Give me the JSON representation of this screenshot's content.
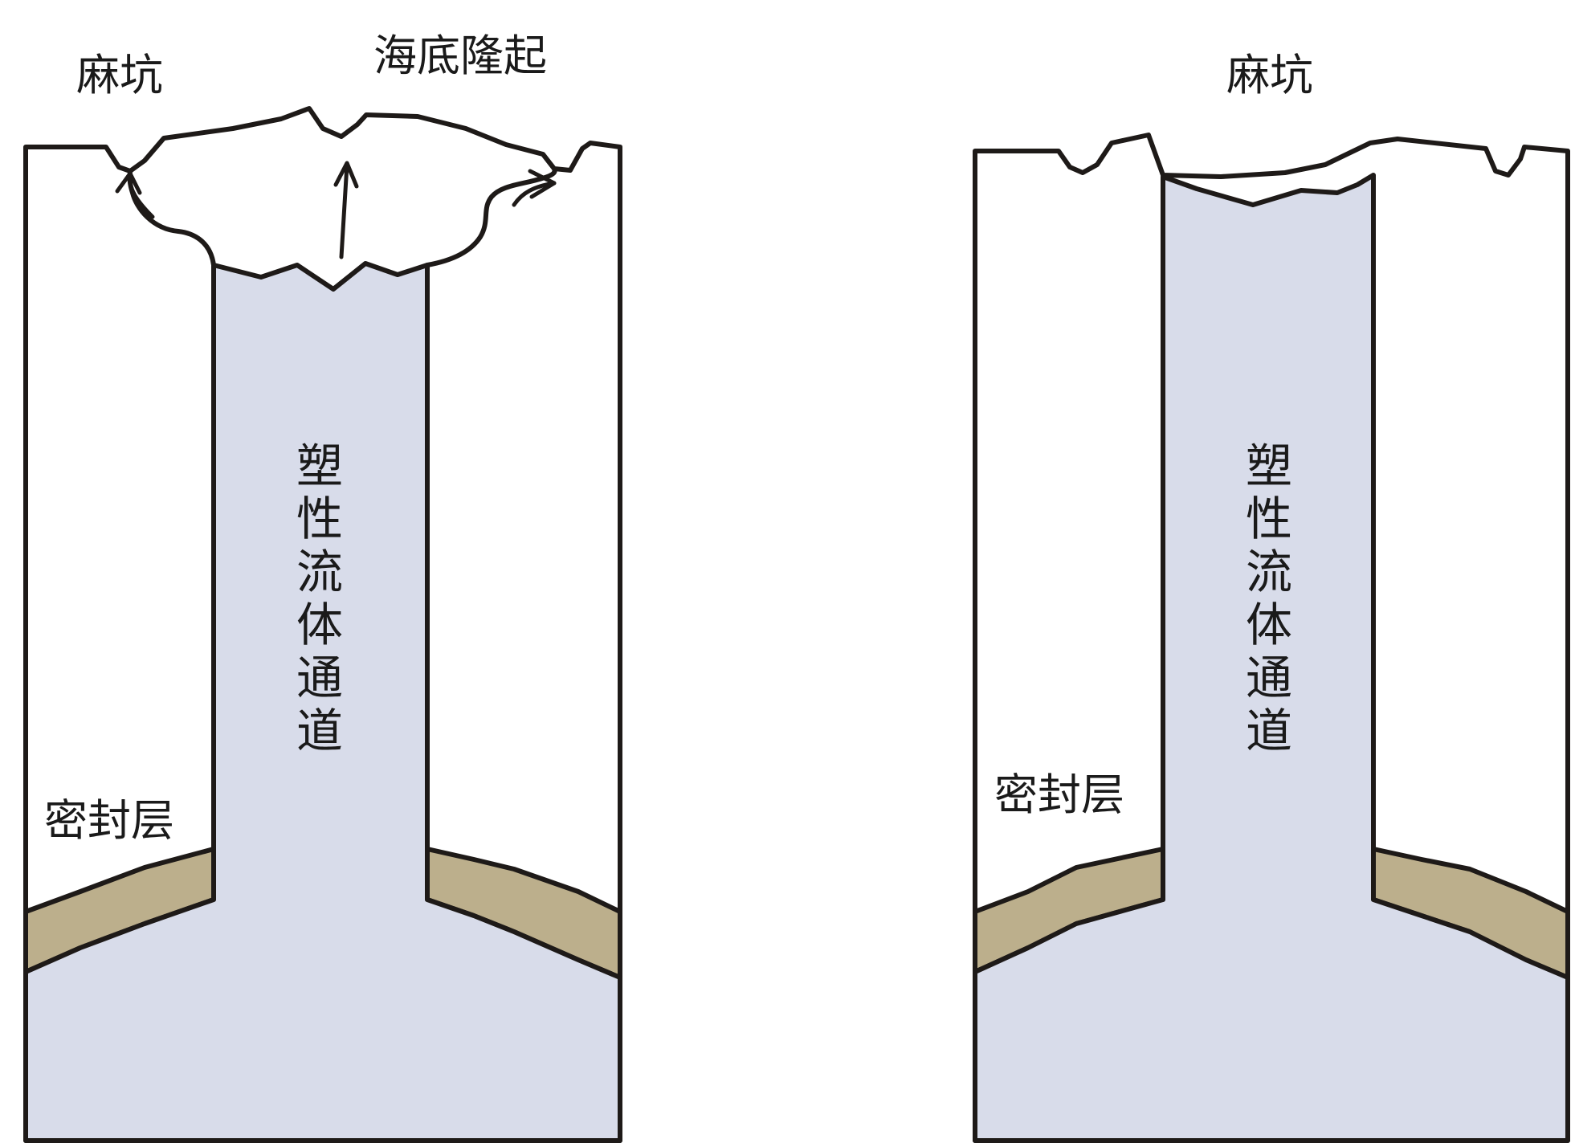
{
  "colors": {
    "fluid": "#d8dcea",
    "seal": "#bcaf8c",
    "sediment": "#ffffff",
    "outline": "#1e1a18"
  },
  "left_panel": {
    "label_pockmark": "麻坑",
    "label_uplift": "海底隆起",
    "label_channel": [
      "塑",
      "性",
      "流",
      "体",
      "通",
      "道"
    ],
    "label_seal": "密封层"
  },
  "right_panel": {
    "label_pockmark": "麻坑",
    "label_channel": [
      "塑",
      "性",
      "流",
      "体",
      "通",
      "道"
    ],
    "label_seal": "密封层"
  }
}
